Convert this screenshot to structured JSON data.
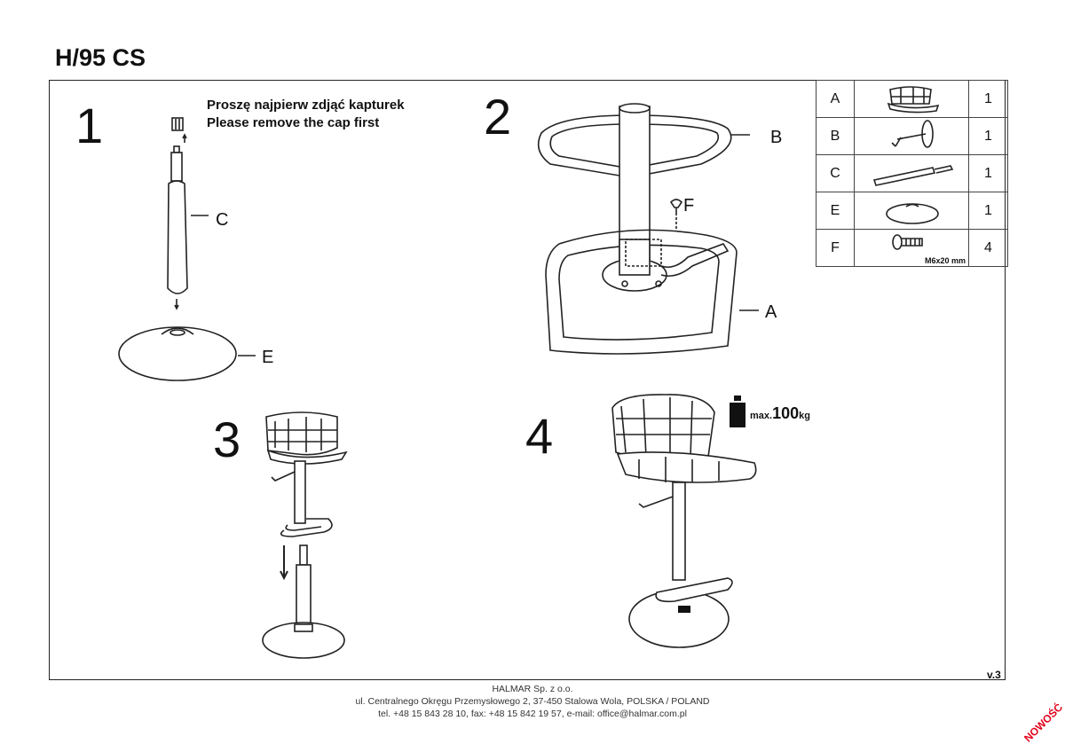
{
  "doc": {
    "title": "H/95 CS",
    "version": "v.3",
    "badge": "NOWOŚĆ"
  },
  "steps": {
    "s1": "1",
    "s2": "2",
    "s3": "3",
    "s4": "4"
  },
  "note": {
    "pl": "Proszę najpierw zdjąć kapturek",
    "en": "Please remove the cap first"
  },
  "labels": {
    "c": "C",
    "e": "E",
    "a": "A",
    "b": "B",
    "f": "F"
  },
  "weight": {
    "prefix": "max.",
    "value": "100",
    "unit": "kg"
  },
  "parts": [
    {
      "id": "A",
      "qty": "1",
      "spec": ""
    },
    {
      "id": "B",
      "qty": "1",
      "spec": ""
    },
    {
      "id": "C",
      "qty": "1",
      "spec": ""
    },
    {
      "id": "E",
      "qty": "1",
      "spec": ""
    },
    {
      "id": "F",
      "qty": "4",
      "spec": "M6x20 mm"
    }
  ],
  "footer": {
    "line1": "HALMAR Sp. z o.o.",
    "line2": "ul. Centralnego Okręgu Przemysłowego 2, 37-450 Stalowa Wola, POLSKA / POLAND",
    "line3": "tel. +48 15 843 28 10, fax: +48 15 842 19 57, e-mail: office@halmar.com.pl"
  }
}
